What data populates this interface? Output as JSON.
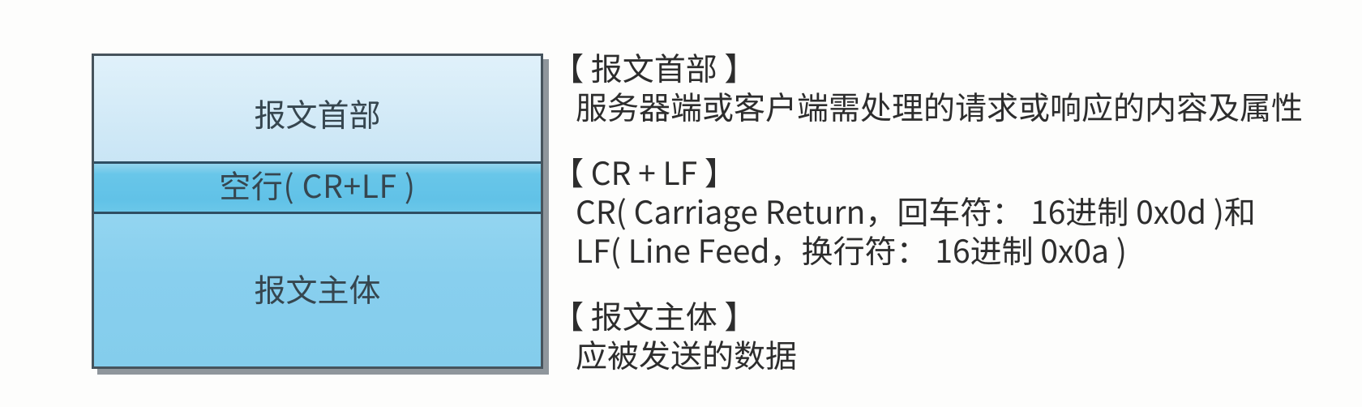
{
  "figure": {
    "description": "HTTP message structure diagram",
    "background_color": "#fdfdfc"
  },
  "diagram": {
    "sections": [
      {
        "id": "header",
        "label": "报文首部",
        "fill": "#d2eaf7"
      },
      {
        "id": "blank-line",
        "label": "空行( CR+LF )",
        "fill": "#63c4e8"
      },
      {
        "id": "body",
        "label": "报文主体",
        "fill": "#8bd1ee"
      }
    ],
    "border_color": "#46535c",
    "divider_color": "#2e4e63",
    "shadow_color": "#8f969c",
    "label_color": "#36464f"
  },
  "annotations": [
    {
      "heading": "【 报文首部 】",
      "lines": [
        "服务器端或客户端需处理的请求或响应的内容及属性"
      ]
    },
    {
      "heading": "【 CR + LF 】",
      "lines": [
        "CR( Carriage Return，回车符： 16进制 0x0d )和",
        "LF( Line Feed，换行符： 16进制 0x0a )"
      ]
    },
    {
      "heading": "【 报文主体 】",
      "lines": [
        "应被发送的数据"
      ]
    }
  ],
  "text_color": "#2d2d2d"
}
